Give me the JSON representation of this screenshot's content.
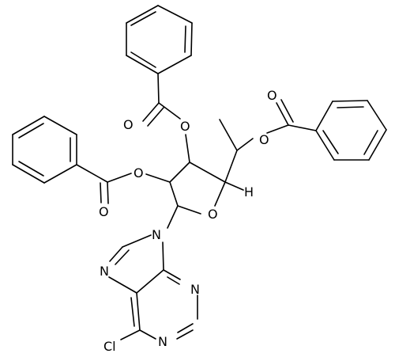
{
  "diagram": {
    "atoms": {
      "o_ring": "O",
      "h_c4": "H",
      "o_c5": "O",
      "o_c5_carbonyl": "O",
      "o_c3": "O",
      "o_c3_carbonyl": "O",
      "o_c2": "O",
      "o_c2_carbonyl": "O",
      "n9": "N",
      "n7": "N",
      "n3": "N",
      "n1": "N",
      "cl": "Cl"
    }
  }
}
